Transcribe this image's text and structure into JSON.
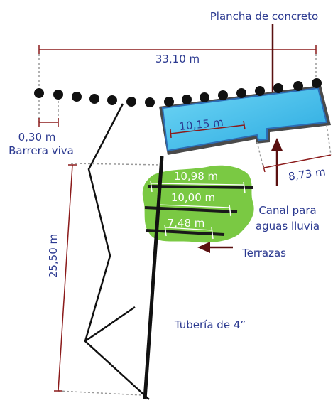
{
  "labels": {
    "plancha": "Plancha de concreto",
    "canal_line1": "Canal para",
    "canal_line2": "aguas lluvia",
    "terrazas": "Terrazas",
    "tuberia": "Tubería de 4”",
    "barrera": "Barrera viva"
  },
  "dimensions": {
    "top_width": "33,10 m",
    "spacing": "0,30 m",
    "pool_length": "10,15 m",
    "canal_length": "8,73 m",
    "height": "25,50 m",
    "terrace1": "10,98 m",
    "terrace2": "10,00 m",
    "terrace3": "7,48 m"
  },
  "colors": {
    "dimension_line": "#8b1a1a",
    "text_blue": "#2b3990",
    "arrow": "#5a1010",
    "pool_fill": "#4cc6ee",
    "pool_border": "#2b6cb5",
    "terrace_fill": "#7ac943",
    "dots": "#111111"
  }
}
